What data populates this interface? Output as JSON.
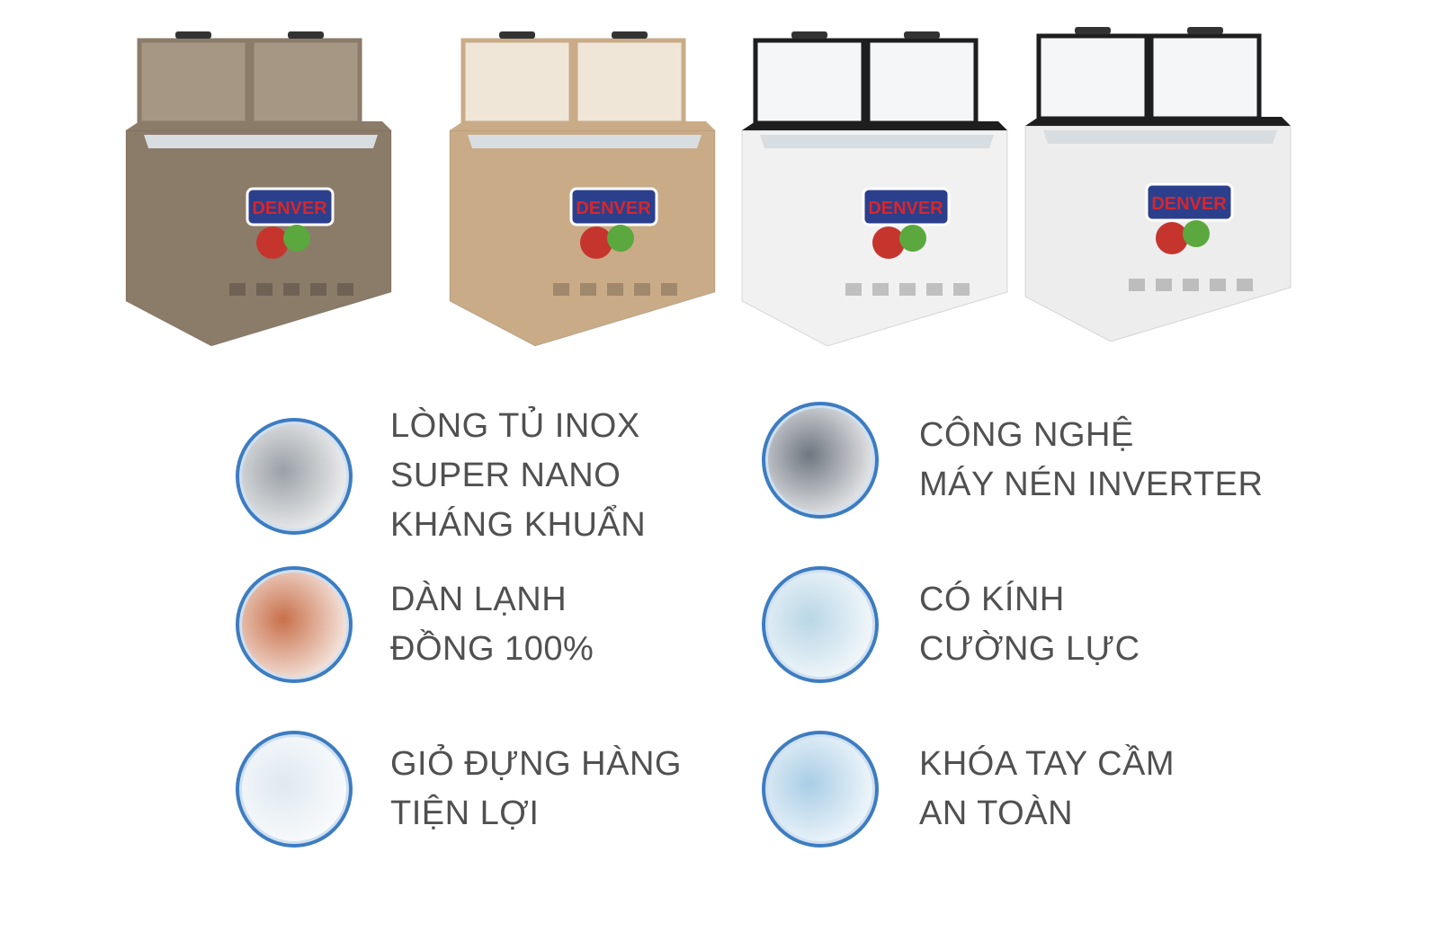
{
  "products": [
    {
      "brand": "DENVER",
      "body_color": "#8b7b69",
      "lid_color": "#a69684",
      "rim_color": "#8b7b69"
    },
    {
      "brand": "DENVER",
      "body_color": "#c9ab88",
      "lid_color": "#efe6d8",
      "rim_color": "#c9ab88"
    },
    {
      "brand": "DENVER",
      "body_color": "#f1f1f1",
      "lid_color": "#f4f6f8",
      "rim_color": "#1e1e1e"
    },
    {
      "brand": "DENVER",
      "body_color": "#ededed",
      "lid_color": "#f4f6f8",
      "rim_color": "#1e1e1e"
    }
  ],
  "features": [
    {
      "icon": "stainless-steel-interior-icon",
      "lines": [
        "LÒNG TỦ INOX",
        "SUPER NANO",
        "KHÁNG KHUẨN"
      ],
      "color": "#9aa0a6"
    },
    {
      "icon": "inverter-compressor-icon",
      "lines": [
        "CÔNG NGHỆ",
        "MÁY NÉN INVERTER"
      ],
      "color": "#6f7680"
    },
    {
      "icon": "copper-coil-icon",
      "lines": [
        "DÀN LẠNH",
        "ĐỒNG 100%"
      ],
      "color": "#c8704a"
    },
    {
      "icon": "tempered-glass-icon",
      "lines": [
        "CÓ KÍNH",
        "CƯỜNG LỰC"
      ],
      "color": "#b9d6e6"
    },
    {
      "icon": "wire-basket-icon",
      "lines": [
        "GIỎ ĐỰNG HÀNG",
        "TIỆN LỢI"
      ],
      "color": "#dfe9f0"
    },
    {
      "icon": "handle-lock-icon",
      "lines": [
        "KHÓA TAY CẦM",
        "AN TOÀN"
      ],
      "color": "#a9cde6"
    }
  ]
}
